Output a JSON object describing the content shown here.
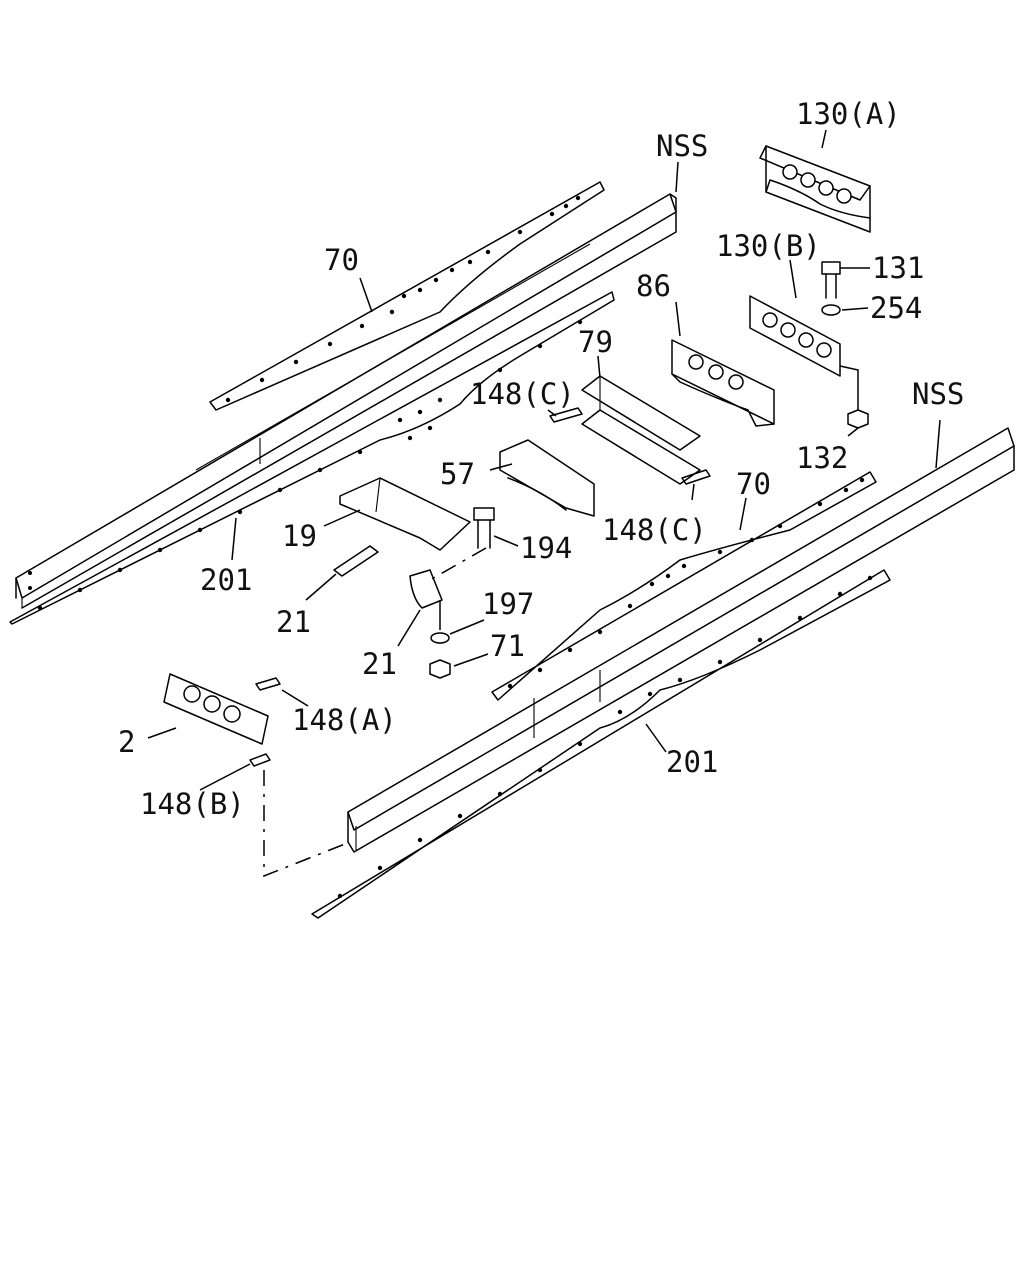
{
  "labels": {
    "nss_left": "NSS",
    "nss_right": "NSS",
    "p130a": "130(A)",
    "p130b": "130(B)",
    "p131": "131",
    "p254": "254",
    "p132": "132",
    "p86": "86",
    "p79": "79",
    "p70_upper": "70",
    "p70_lower": "70",
    "p148c_upper": "148(C)",
    "p148c_lower": "148(C)",
    "p57": "57",
    "p19": "19",
    "p194": "194",
    "p201_left": "201",
    "p201_right": "201",
    "p21_left": "21",
    "p21_right": "21",
    "p197": "197",
    "p71": "71",
    "p2": "2",
    "p148a": "148(A)",
    "p148b": "148(B)"
  }
}
